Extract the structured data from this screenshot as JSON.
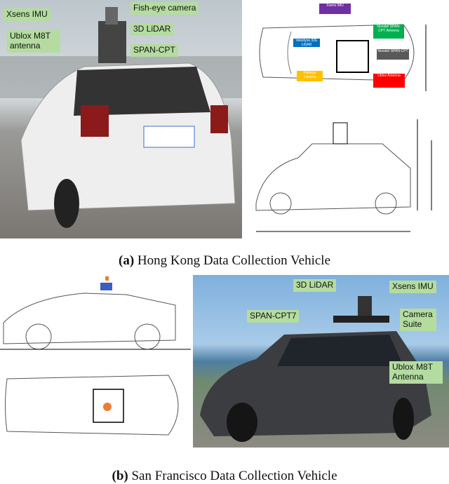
{
  "panel_a": {
    "caption_letter": "(a)",
    "caption_text": "Hong Kong Data Collection Vehicle",
    "photo_labels": {
      "xsens": "Xsens IMU",
      "fisheye": "Fish-eye camera",
      "lidar": "3D LiDAR",
      "ublox": "Ublox M8T antenna",
      "span": "SPAN-CPT"
    },
    "diagram_labels": {
      "xsens": "Xsens IMU",
      "velodyne": "Velodyne 32E LiDAR",
      "span_antenna": "Novatel SPAN-CPT Antenna",
      "span": "Novatel SPAN-CPT",
      "fisheye": "Fisheye Camera",
      "ublox": "Ublox Antenna"
    },
    "colors": {
      "xsens": "#7030a0",
      "velodyne": "#0070c0",
      "span_antenna": "#00b050",
      "span": "#595959",
      "fisheye": "#ffc000",
      "ublox": "#ff0000"
    }
  },
  "panel_b": {
    "caption_letter": "(b)",
    "caption_text": "San Francisco Data Collection Vehicle",
    "photo_labels": {
      "lidar": "3D LiDAR",
      "xsens": "Xsens IMU",
      "span": "SPAN-CPT7",
      "camera": "Camera Suite",
      "ublox": "Ublox M8T Antenna"
    }
  }
}
